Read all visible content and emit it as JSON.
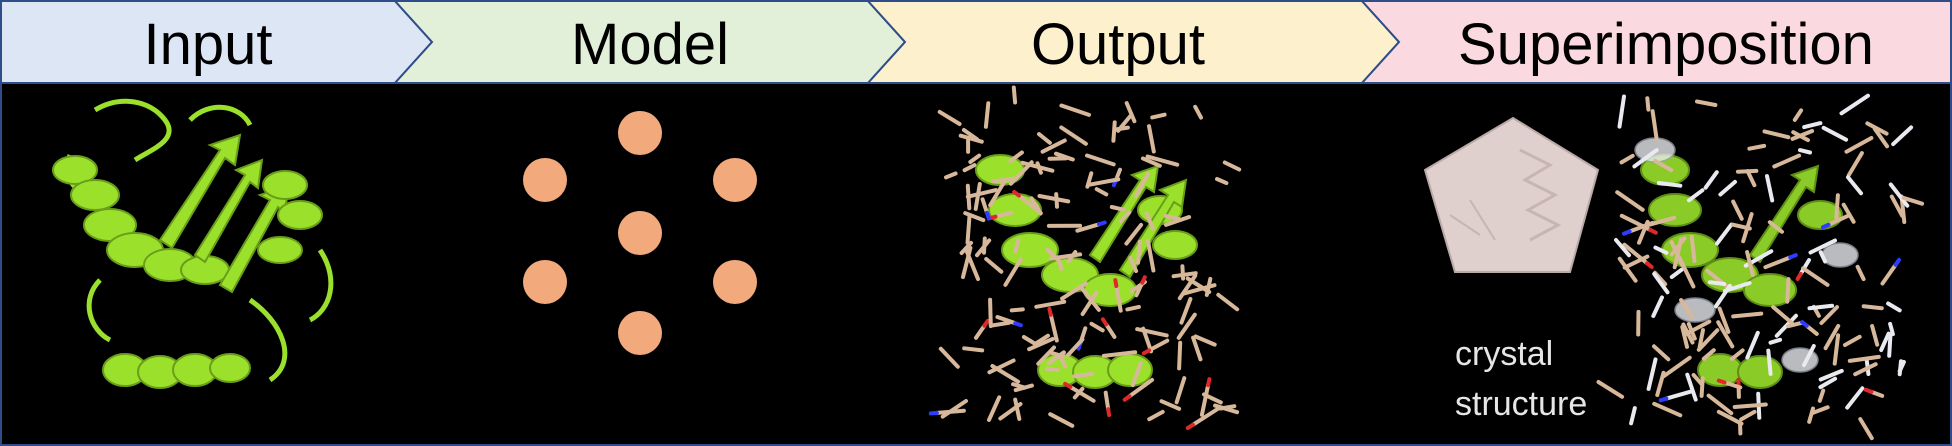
{
  "stages": [
    {
      "label": "Input",
      "color": "#dce6f4"
    },
    {
      "label": "Model",
      "color": "#e2efd9"
    },
    {
      "label": "Output",
      "color": "#fdf0cc"
    },
    {
      "label": "Superimposition",
      "color": "#fbd9e0"
    }
  ],
  "caption": {
    "line1": "crystal",
    "line2": "structure"
  },
  "colors": {
    "panel_bg": "#000000",
    "border": "#2f4d89",
    "protein": "#9be12c",
    "protein_dark": "#6a9e1a",
    "sticks": "#d8b89a",
    "nitrogen": "#2d3cff",
    "oxygen": "#e0282a",
    "crystal": "#e8eaef",
    "node": "#f2aa7c",
    "pentagon": "#dfcfcd"
  },
  "model_nodes": 7,
  "icons": [
    "protein-cartoon-icon",
    "neural-network-icon",
    "predicted-structure-icon",
    "pentagon-icon",
    "superimposed-structure-icon"
  ]
}
